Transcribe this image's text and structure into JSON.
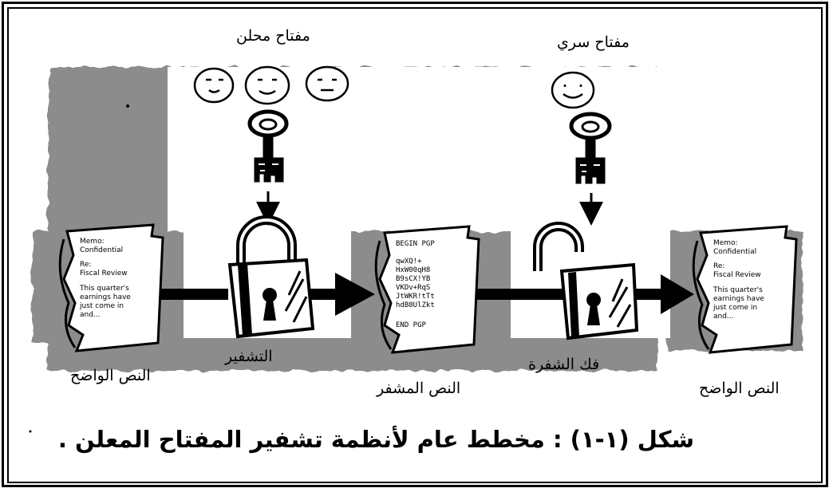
{
  "diagram": {
    "key_labels": {
      "public_key": "مفتاح محلن",
      "secret_key": "مفتاح سري"
    },
    "process_labels": {
      "encryption": "التشفير",
      "decryption": "فك الشفرة"
    },
    "document_labels": {
      "plaintext_left": "النص الواضح",
      "ciphertext": "النص المشفر",
      "plaintext_right": "النص الواضح"
    },
    "document_texts": {
      "plain": [
        "Memo:",
        "Confidential",
        "Re:",
        "Fiscal Review",
        "This quarter's",
        "earnings have",
        "just come in",
        "and..."
      ],
      "cipher": [
        "BEGIN PGP",
        "qwXQ!+",
        "HxW00qH8",
        "B9sCX!YB",
        "VKDv+RqS",
        "JtWKR!tTt",
        "hdB8UlZkt",
        "END PGP"
      ]
    },
    "caption": "شكل (١-١) : مخطط عام لأنظمة تشفير المفتاح المعلن ."
  },
  "colors": {
    "background": "#ffffff",
    "panel_gray": "#8c8c8c",
    "ink": "#000000"
  }
}
